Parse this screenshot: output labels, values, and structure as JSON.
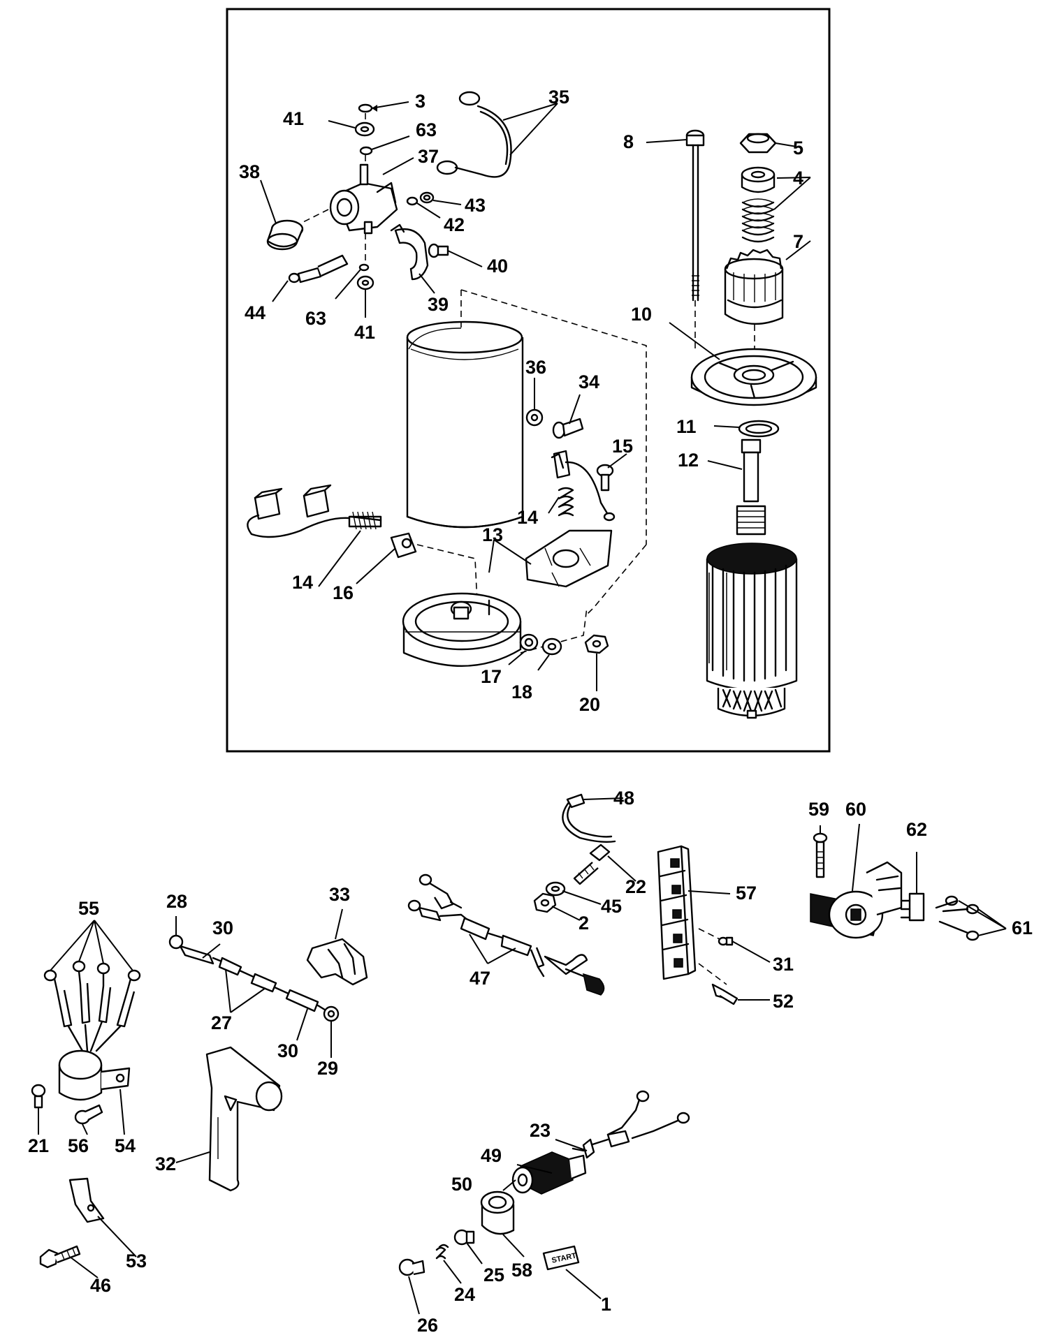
{
  "diagram": {
    "labels": {
      "l1": "1",
      "l2": "2",
      "l3": "3",
      "l4": "4",
      "l5": "5",
      "l7": "7",
      "l8": "8",
      "l10": "10",
      "l11": "11",
      "l12": "12",
      "l13": "13",
      "l14a": "14",
      "l14b": "14",
      "l15": "15",
      "l16": "16",
      "l17": "17",
      "l18": "18",
      "l20": "20",
      "l21": "21",
      "l22": "22",
      "l23": "23",
      "l24": "24",
      "l25": "25",
      "l26": "26",
      "l27": "27",
      "l28": "28",
      "l29": "29",
      "l30a": "30",
      "l30b": "30",
      "l31": "31",
      "l32": "32",
      "l33": "33",
      "l34": "34",
      "l35": "35",
      "l36": "36",
      "l37": "37",
      "l38": "38",
      "l39": "39",
      "l40": "40",
      "l41a": "41",
      "l41b": "41",
      "l42": "42",
      "l43": "43",
      "l44": "44",
      "l45": "45",
      "l46": "46",
      "l47": "47",
      "l48": "48",
      "l49": "49",
      "l50": "50",
      "l52": "52",
      "l53": "53",
      "l54": "54",
      "l55": "55",
      "l56": "56",
      "l57": "57",
      "l58": "58",
      "l59": "59",
      "l60": "60",
      "l61": "61",
      "l62": "62",
      "l63a": "63",
      "l63b": "63"
    },
    "start_decal_text": "START"
  }
}
